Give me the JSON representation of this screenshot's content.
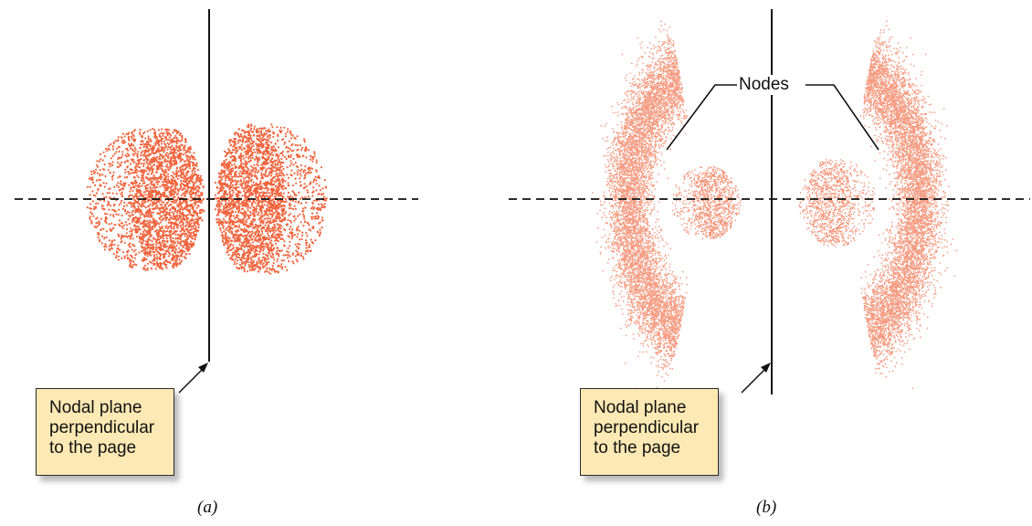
{
  "panels": [
    {
      "label": "(a)",
      "callout_lines": [
        "Nodal plane",
        "perpendicular",
        "to the page"
      ]
    },
    {
      "label": "(b)",
      "callout_lines": [
        "Nodal plane",
        "perpendicular",
        "to the page"
      ],
      "annotation": "Nodes"
    }
  ],
  "colors": {
    "density": "#ee4a1c",
    "callout_fill": "#fde9b3",
    "axis": "#111111"
  }
}
